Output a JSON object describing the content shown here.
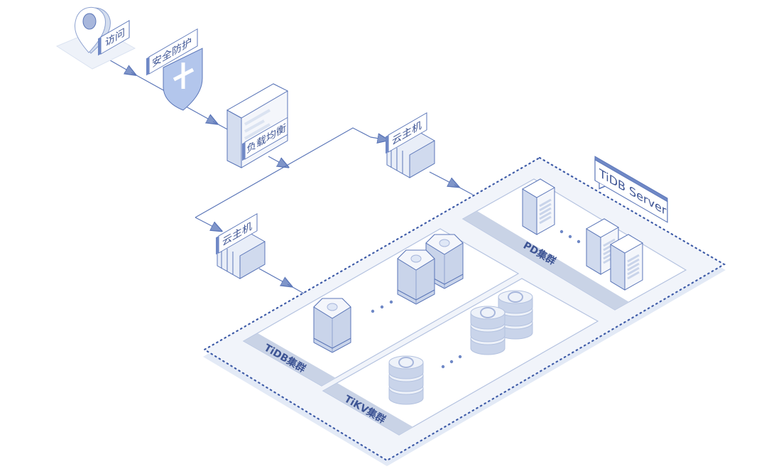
{
  "nodes": {
    "visit": "访问",
    "security": "安全防护",
    "load_balancer": "负载均衡",
    "cloud_host_1": "云主机",
    "cloud_host_2": "云主机"
  },
  "clusters": {
    "server_label": "TiDB Server",
    "pd": "PD集群",
    "tidb": "TiDB集群",
    "tikv": "TiKV集群"
  },
  "colors": {
    "stroke": "#5b76b8",
    "fill_light": "#c9d4ea",
    "platform": "#f1f4fa",
    "band": "#c9d3e6",
    "text": "#3d5494"
  }
}
